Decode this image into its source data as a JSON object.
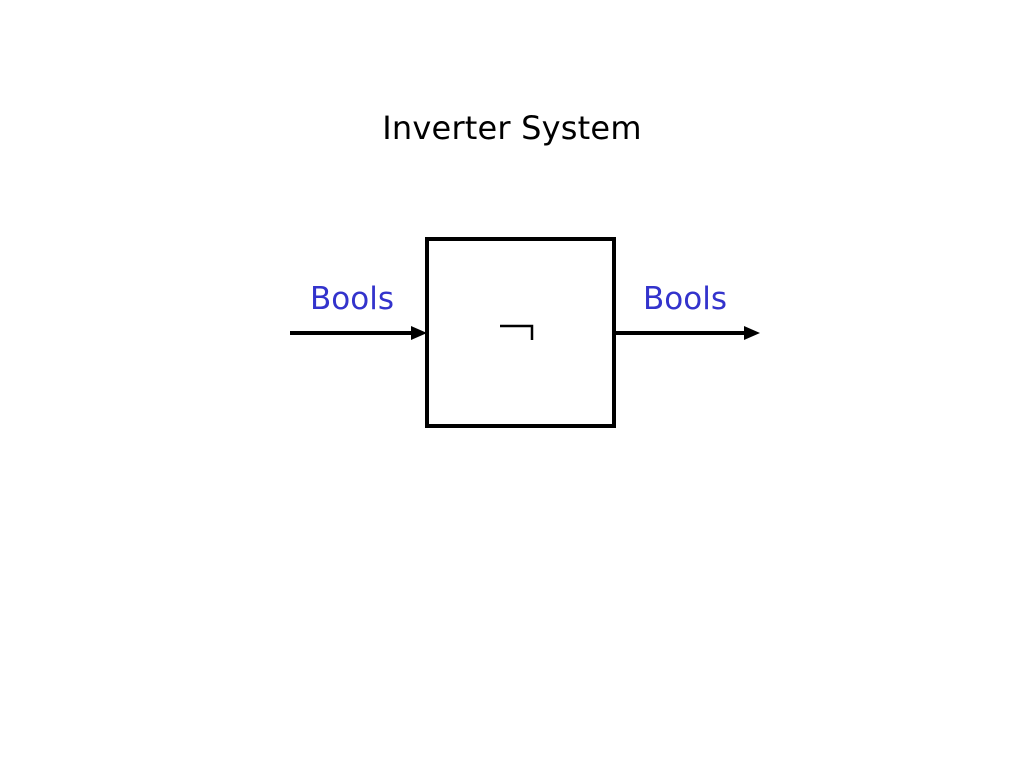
{
  "title": "Inverter System",
  "block": {
    "symbol": "¬"
  },
  "input": {
    "label": "Bools"
  },
  "output": {
    "label": "Bools"
  },
  "colors": {
    "label": "#3333cc",
    "stroke": "#000000",
    "background": "#ffffff"
  }
}
